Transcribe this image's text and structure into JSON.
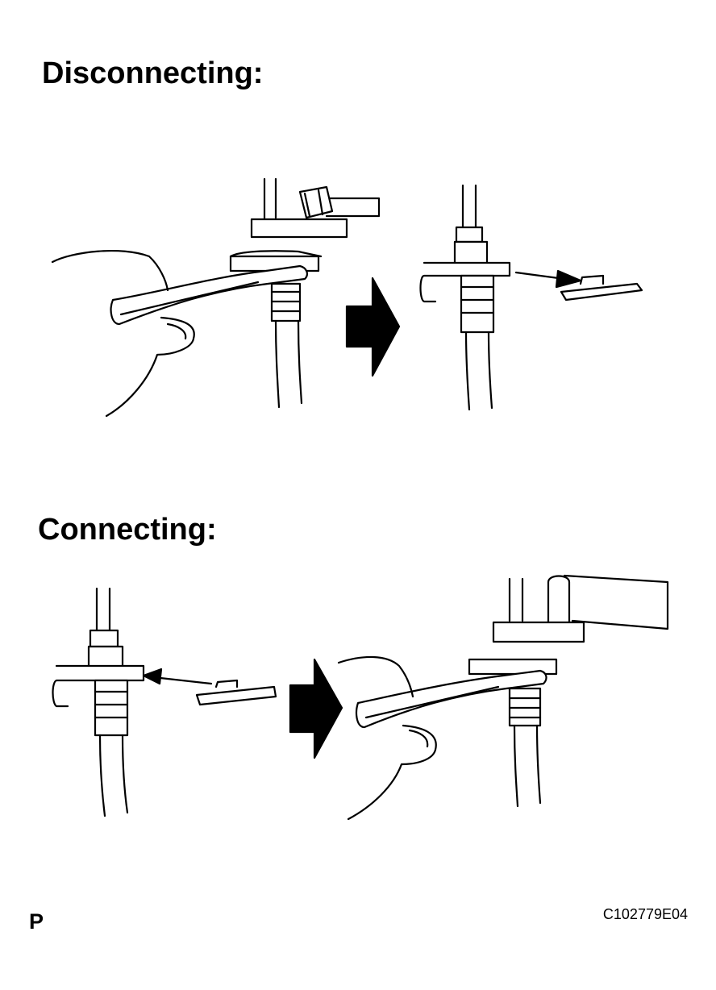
{
  "sections": {
    "disconnecting": {
      "title": "Disconnecting:"
    },
    "connecting": {
      "title": "Connecting:"
    }
  },
  "footer": {
    "letter": "P",
    "code": "C102779E04"
  },
  "colors": {
    "ink": "#000000",
    "paper": "#ffffff"
  }
}
